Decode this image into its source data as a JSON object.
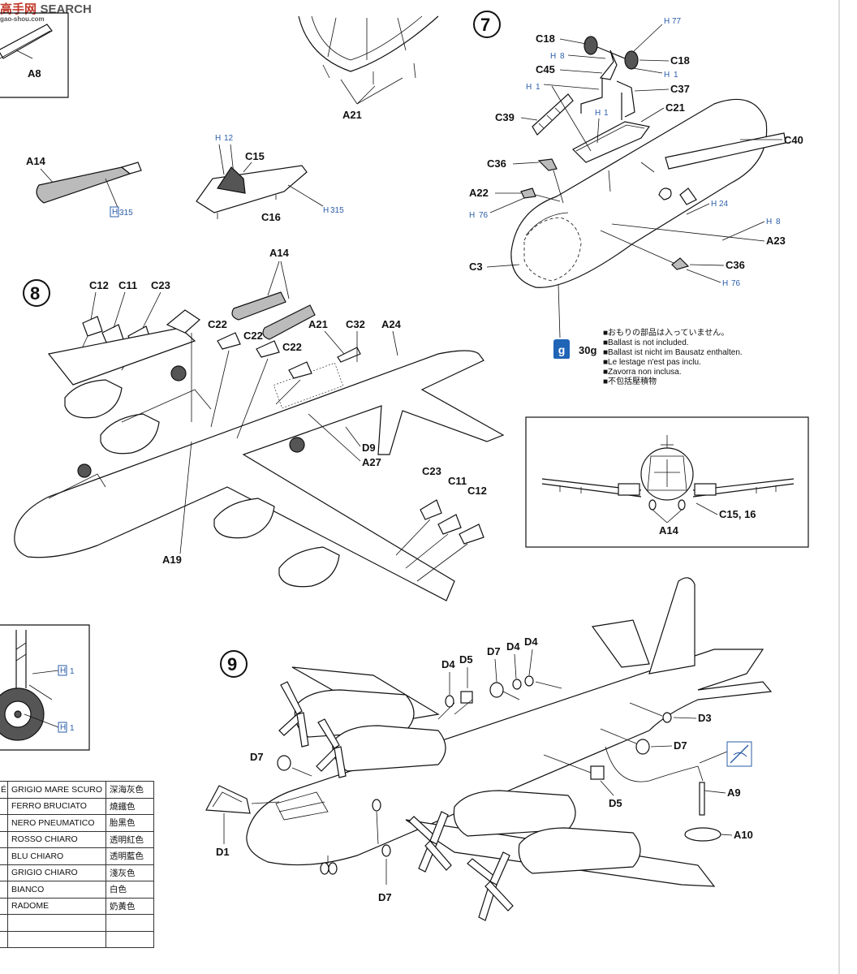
{
  "watermark": {
    "brand_cn": "高手网",
    "brand_en": "SEARCH",
    "url": "gao-shou.com"
  },
  "step_numbers": {
    "s7": "7",
    "s8": "8",
    "s9": "9"
  },
  "labels": {
    "a8": "A8",
    "a14": "A14",
    "a21": "A21",
    "c15": "C15",
    "c16": "C16",
    "c18": "C18",
    "c45": "C45",
    "c37": "C37",
    "c21": "C21",
    "c39": "C39",
    "c40": "C40",
    "c36": "C36",
    "a22": "A22",
    "a23": "A23",
    "c3": "C3",
    "c12": "C12",
    "c11": "C11",
    "c23": "C23",
    "c22": "C22",
    "c32": "C32",
    "a24": "A24",
    "d9": "D9",
    "a27": "A27",
    "a19": "A19",
    "c15_16": "C15, 16",
    "d4": "D4",
    "d5": "D5",
    "d7": "D7",
    "d3": "D3",
    "d1": "D1",
    "a9": "A9",
    "a10": "A10"
  },
  "h_badges": {
    "h77": "77",
    "h8": "8",
    "h1": "1",
    "h12": "12",
    "h315": "315",
    "h24": "24",
    "h76": "76"
  },
  "ballast": {
    "weight": "30g",
    "icon": "g",
    "lines": [
      "■おもりの部品は入っていません。",
      "■Ballast is not included.",
      "■Ballast ist nicht im Bausatz enthalten.",
      "■Le lestage n'est pas inclu.",
      "■Zavorra non inclusa.",
      "■不包括壓積物"
    ]
  },
  "colors": [
    {
      "ref": "É",
      "name": "GRIGIO MARE SCURO",
      "cn": "深海灰色"
    },
    {
      "ref": "",
      "name": "FERRO BRUCIATO",
      "cn": "燒鐵色"
    },
    {
      "ref": "",
      "name": "NERO PNEUMATICO",
      "cn": "胎黑色"
    },
    {
      "ref": "",
      "name": "ROSSO CHIARO",
      "cn": "透明紅色"
    },
    {
      "ref": "",
      "name": "BLU CHIARO",
      "cn": "透明藍色"
    },
    {
      "ref": "",
      "name": "GRIGIO CHIARO",
      "cn": "淺灰色"
    },
    {
      "ref": "",
      "name": "BIANCO",
      "cn": "白色"
    },
    {
      "ref": "",
      "name": "RADOME",
      "cn": "奶黃色"
    },
    {
      "ref": "",
      "name": "",
      "cn": ""
    },
    {
      "ref": "",
      "name": "",
      "cn": ""
    }
  ]
}
